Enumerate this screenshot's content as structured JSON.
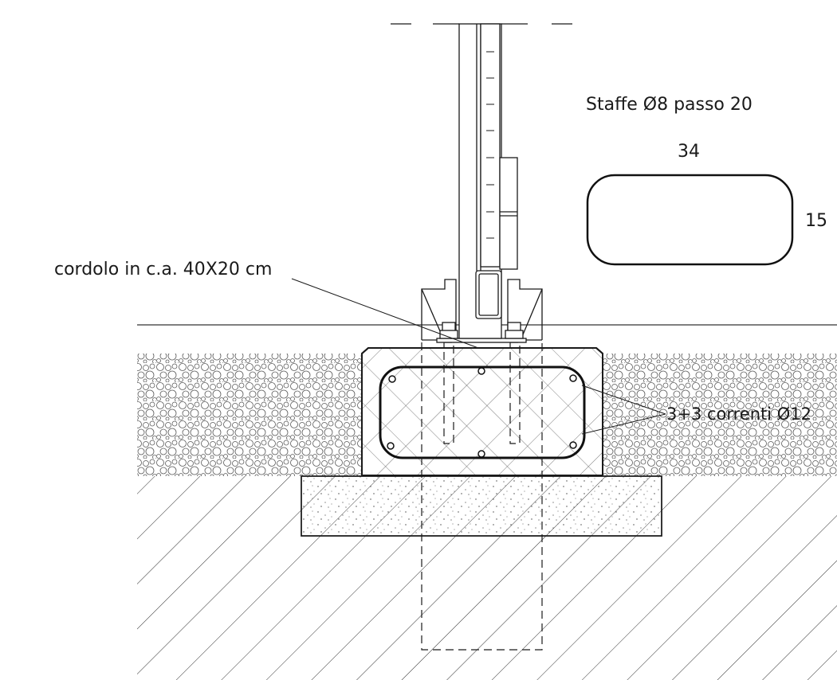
{
  "labels": {
    "stirrups": "Staffe Ø8 passo 20",
    "stirrup_width": "34",
    "stirrup_height": "15",
    "curb": "cordolo in c.a. 40X20 cm",
    "longitudinal_bars": "3+3 correnti Ø12"
  },
  "colors": {
    "line": "#1a1a1a",
    "hatch": "#333333",
    "gravel": "#5a5a5a"
  }
}
